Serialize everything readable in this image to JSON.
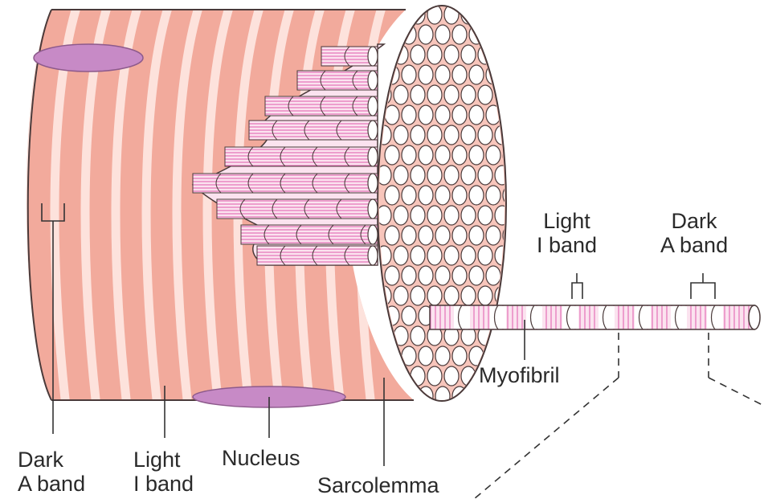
{
  "labels": {
    "dark_a_band_left": [
      "Dark",
      "A band"
    ],
    "light_i_band_left": [
      "Light",
      "I band"
    ],
    "nucleus": "Nucleus",
    "sarcolemma": "Sarcolemma",
    "myofibril": "Myofibril",
    "light_i_band_right": [
      "Light",
      "I band"
    ],
    "dark_a_band_right": [
      "Dark",
      "A band"
    ]
  },
  "colors": {
    "fiber": "#f2aa9c",
    "fiber_edge": "#4a3a3a",
    "stripe": "#fde2dc",
    "nucleus": "#c78ac6",
    "fibril_pink": "#e88ac4",
    "fibril_face": "#ffffff",
    "line": "#333333"
  }
}
